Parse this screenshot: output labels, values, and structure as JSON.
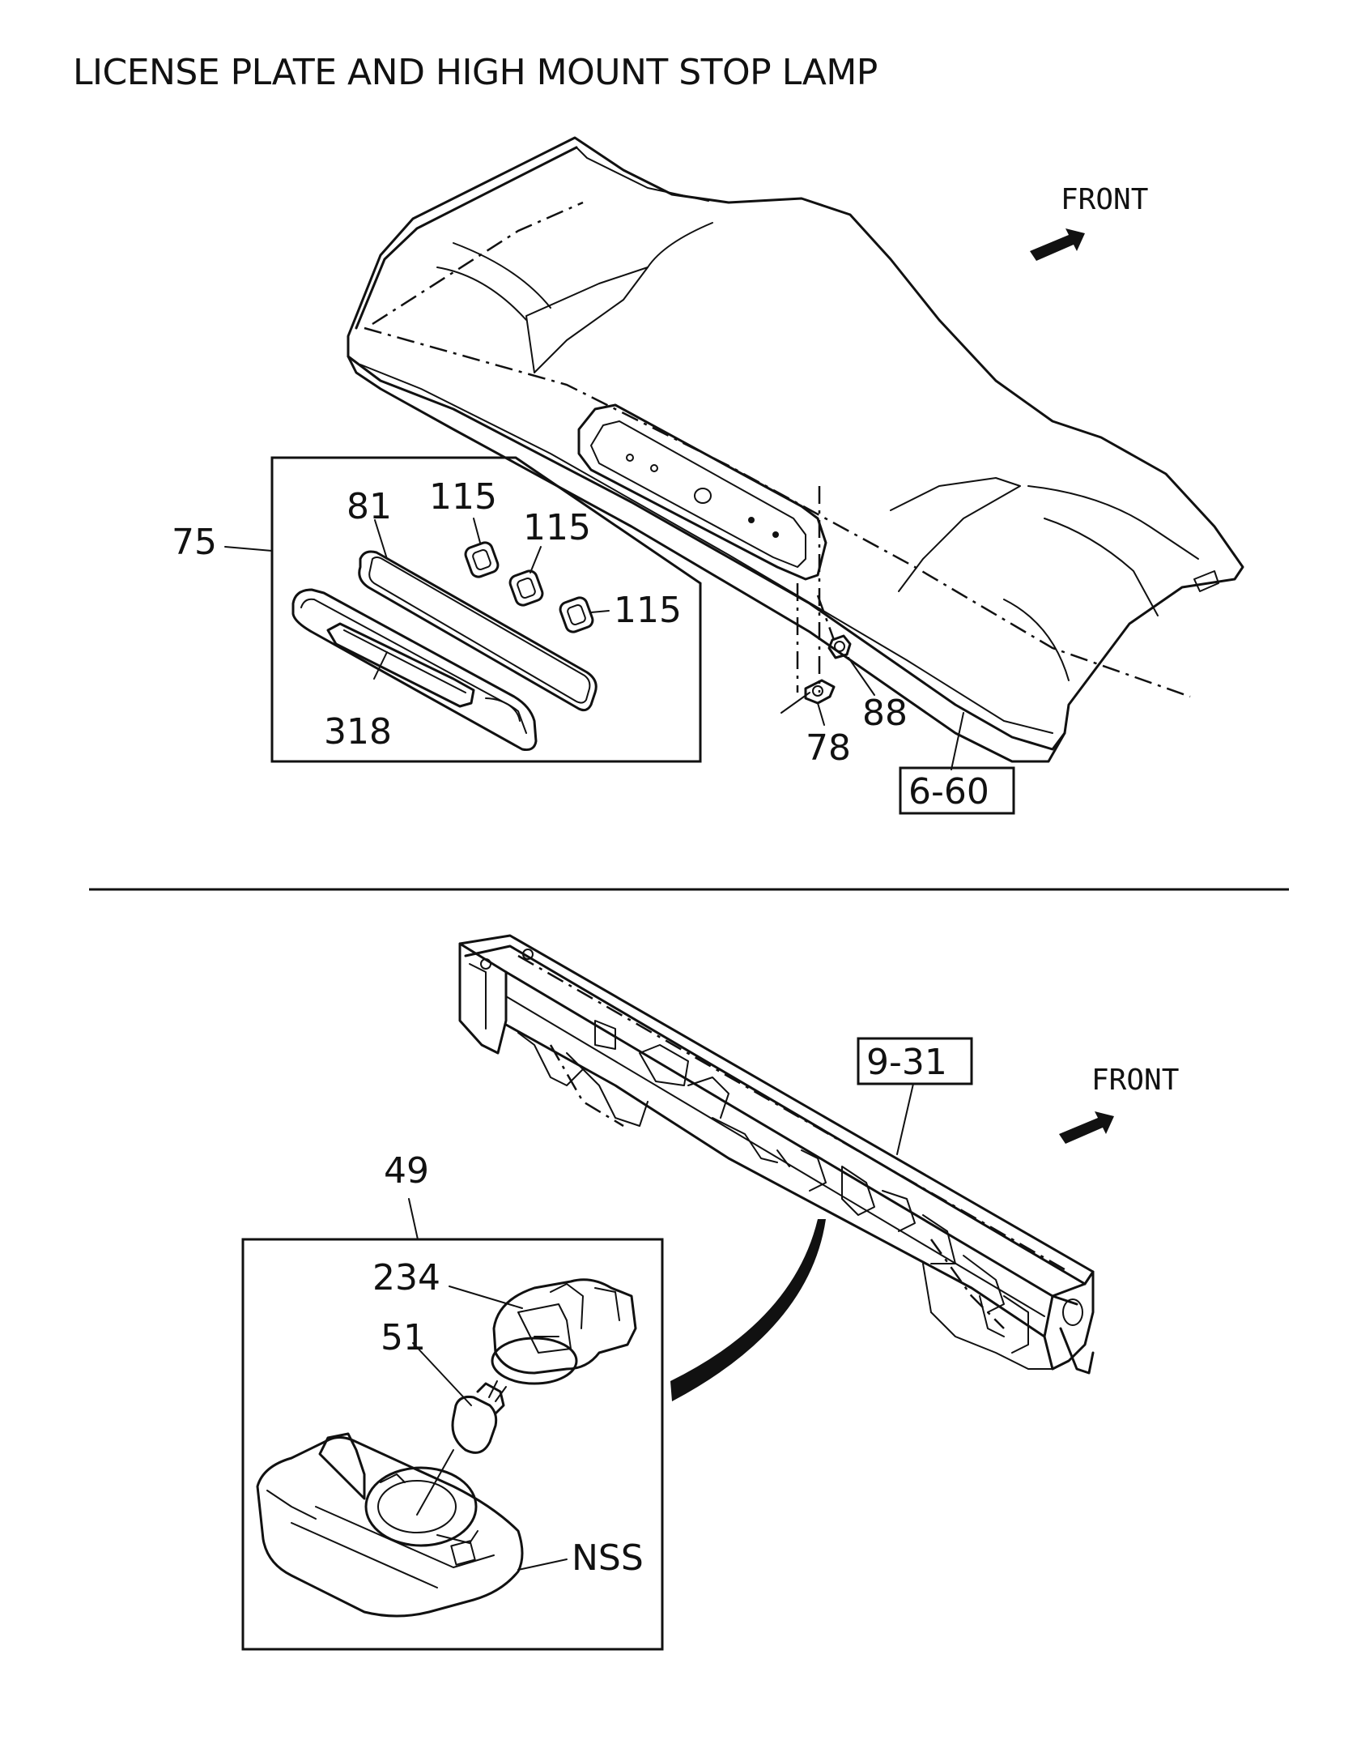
{
  "title": "LICENSE PLATE AND HIGH MOUNT STOP LAMP",
  "top_view": {
    "front_label": "FRONT",
    "ref_box": "6-60",
    "callouts": {
      "c75": "75",
      "c81": "81",
      "c115a": "115",
      "c115b": "115",
      "c115c": "115",
      "c318": "318",
      "c78": "78",
      "c88": "88"
    }
  },
  "bottom_view": {
    "front_label": "FRONT",
    "ref_box": "9-31",
    "callouts": {
      "c49": "49",
      "c234": "234",
      "c51": "51",
      "cNSS": "NSS"
    }
  },
  "colors": {
    "line": "#111111",
    "background": "#ffffff"
  },
  "icons": [
    "front-arrow-icon"
  ]
}
